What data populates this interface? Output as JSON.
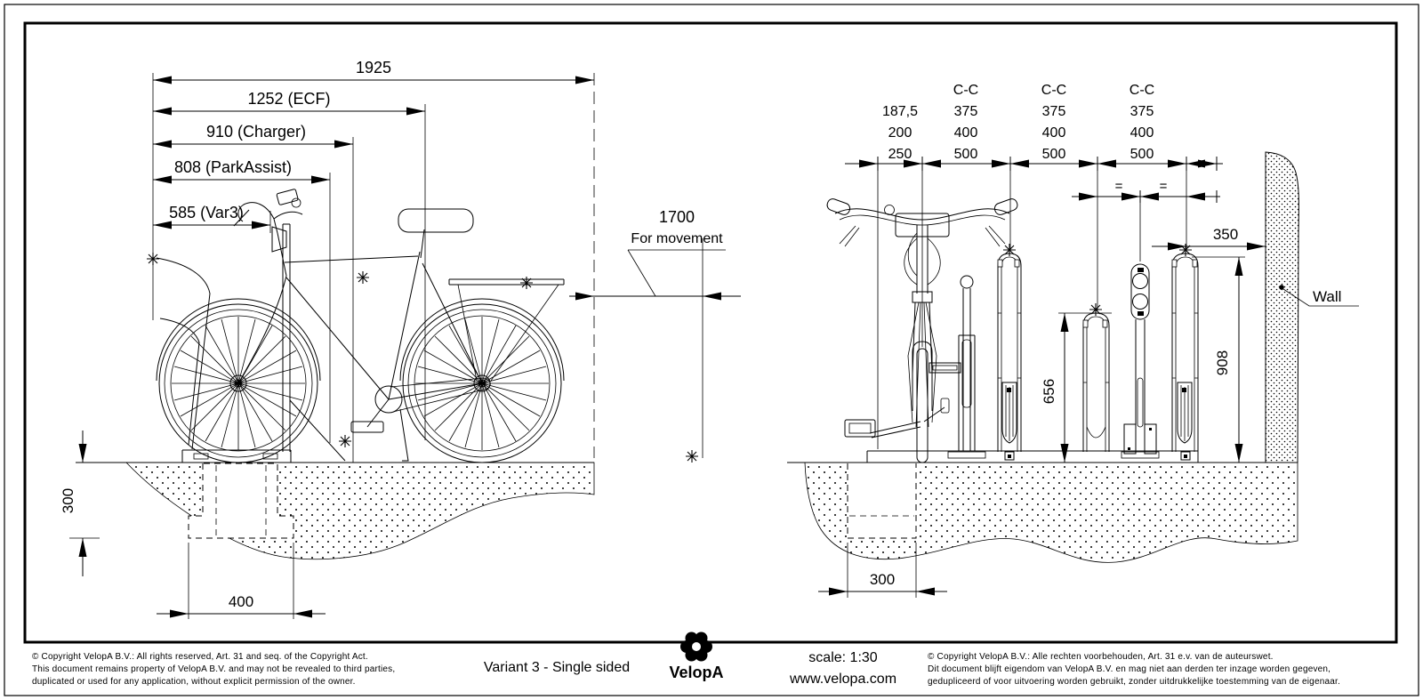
{
  "sheet": {
    "variant_title": "Variant 3 - Single sided",
    "scale": "scale:  1:30",
    "website": "www.velopa.com",
    "brand": "VelopA",
    "copyright_en": {
      "line1": "©  Copyright VelopA B.V.: All rights reserved, Art. 31 and seq. of the Copyright Act.",
      "line2": "This document remains property of VelopA B.V. and may not be revealed to third parties,",
      "line3": "duplicated or used for any application, without explicit permission of the owner."
    },
    "copyright_nl": {
      "line1": "©  Copyright VelopA B.V.: Alle rechten voorbehouden, Art. 31 e.v. van de auteurswet.",
      "line2": "Dit document blijft eigendom van VelopA B.V. en mag niet aan derden ter inzage worden gegeven,",
      "line3": "gedupliceerd of voor uitvoering worden gebruikt, zonder uitdrukkelijke toestemming van de eigenaar."
    }
  },
  "side_view": {
    "dim_total": "1925",
    "dim_ecf": "1252 (ECF)",
    "dim_charger": "910 (Charger)",
    "dim_parkassist": "808 (ParkAssist)",
    "dim_var3": "585 (Var3)",
    "movement_value": "1700",
    "movement_label": "For movement",
    "dim_depth": "300",
    "dim_foundation": "400"
  },
  "front_view": {
    "edge_options": [
      "187,5",
      "200",
      "250"
    ],
    "cc_label": "C-C",
    "cc_options": [
      "375",
      "400",
      "500"
    ],
    "equals_mark": "=",
    "dim_wall": "350",
    "dim_height_mid": "656",
    "dim_height_high": "908",
    "dim_foundation": "300",
    "wall_label": "Wall"
  }
}
